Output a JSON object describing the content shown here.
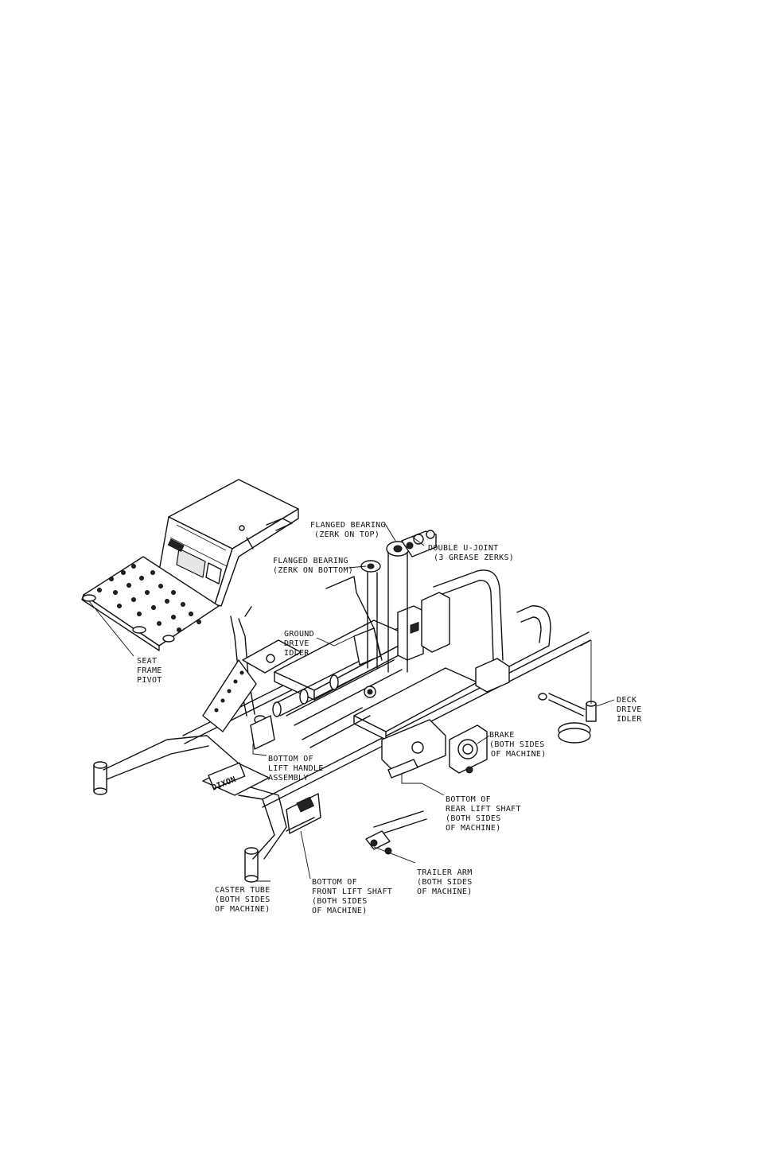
{
  "labels": {
    "flanged_bearing_top": [
      "FLANGED BEARING",
      "(ZERK ON TOP)"
    ],
    "double_ujoint": [
      "DOUBLE U-JOINT",
      "(3 GREASE ZERKS)"
    ],
    "flanged_bearing_bottom": [
      "FLANGED BEARING",
      "(ZERK ON BOTTOM)"
    ],
    "ground_drive_idler": [
      "GROUND",
      "DRIVE",
      "IDLER"
    ],
    "seat_frame_pivot": [
      "SEAT",
      "FRAME",
      "PIVOT"
    ],
    "deck_drive_idler": [
      "DECK",
      "DRIVE",
      "IDLER"
    ],
    "brake": [
      "BRAKE",
      "(BOTH SIDES",
      "OF MACHINE)"
    ],
    "lift_handle": [
      "BOTTOM OF",
      "LIFT HANDLE",
      "ASSEMBLY"
    ],
    "rear_lift_shaft": [
      "BOTTOM OF",
      "REAR LIFT SHAFT",
      "(BOTH SIDES",
      "OF MACHINE)"
    ],
    "trailer_arm": [
      "TRAILER ARM",
      "(BOTH SIDES",
      "OF MACHINE)"
    ],
    "caster_tube": [
      "CASTER TUBE",
      "(BOTH SIDES",
      "OF MACHINE)"
    ],
    "front_lift_shaft": [
      "BOTTOM OF",
      "FRONT LIFT SHAFT",
      "(BOTH SIDES",
      "OF MACHINE)"
    ]
  },
  "markings": {
    "frame_plate": "DIXON"
  }
}
